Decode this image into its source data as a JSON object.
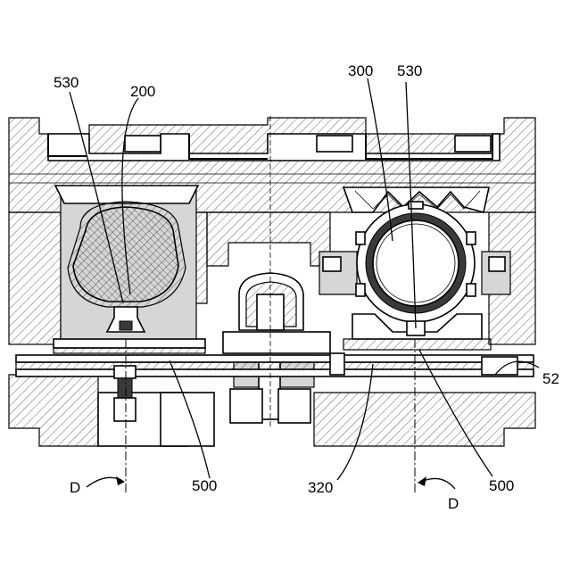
{
  "figure": {
    "labels": {
      "l530_left": "530",
      "l200": "200",
      "l300": "300",
      "l530_right": "530",
      "l52": "52",
      "l500_left": "500",
      "l320": "320",
      "l500_right": "500",
      "d_left": "D",
      "d_right": "D"
    }
  }
}
